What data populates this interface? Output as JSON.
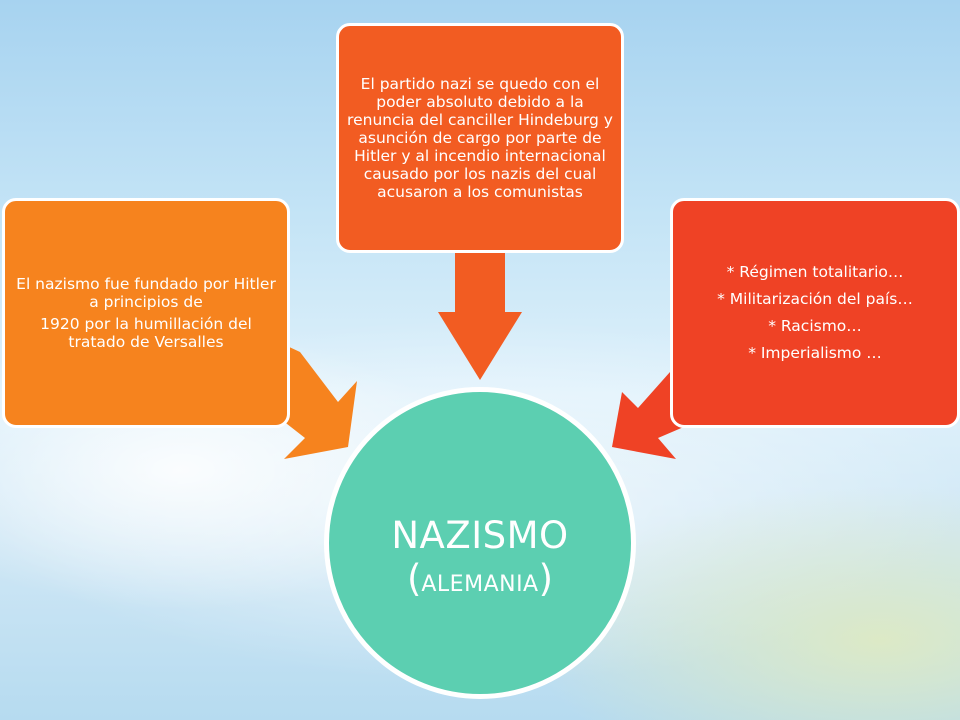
{
  "center": {
    "title": "NAZISMO",
    "open_paren": "(",
    "subtitle": "ALEMANIA",
    "close_paren": ")"
  },
  "boxes": {
    "left": {
      "lines": [
        "El nazismo fue fundado por Hitler a principios de",
        "1920  por la humillación del tratado de Versalles"
      ]
    },
    "top": {
      "text": "El partido nazi se quedo con el poder absoluto debido a la renuncia del canciller Hindeburg y asunción de cargo por parte de Hitler y al incendio internacional causado por los nazis del cual acusaron a los comunistas"
    },
    "right": {
      "items": [
        "*  Régimen totalitario…",
        "* Militarización del país…",
        "* Racismo…",
        "* Imperialismo …"
      ]
    }
  },
  "colors": {
    "left_box": "#f6831e",
    "top_box": "#f25c22",
    "right_box": "#ef4225",
    "center": "#5ccfb1"
  }
}
